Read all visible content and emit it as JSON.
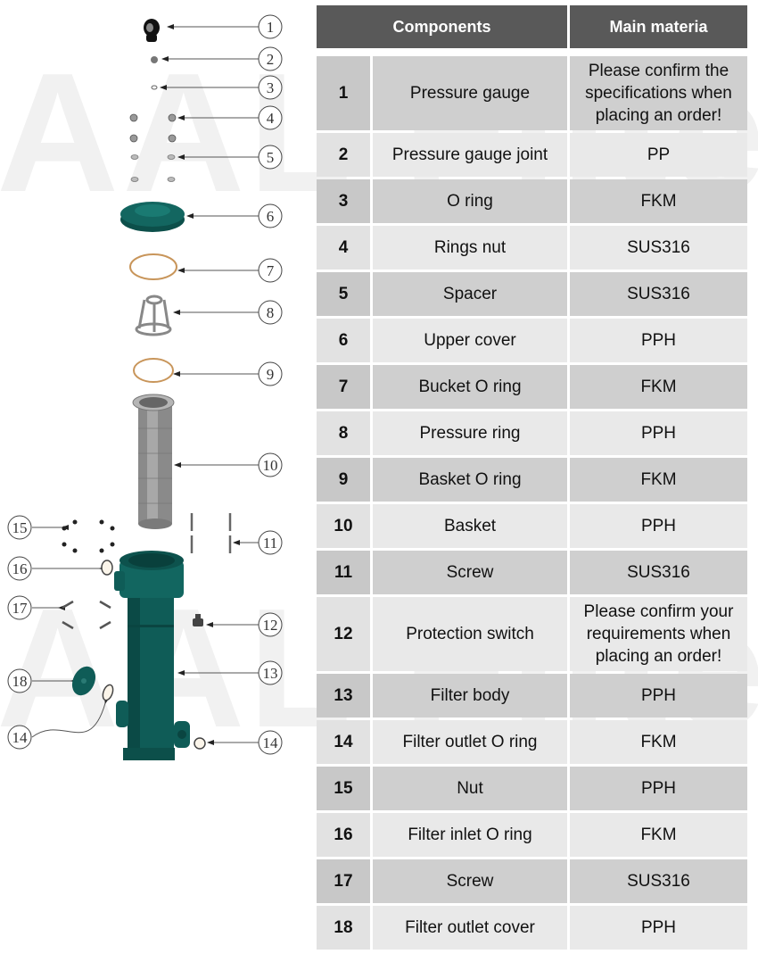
{
  "watermark": {
    "text": "AAL Filter"
  },
  "table": {
    "headers": {
      "components": "Components",
      "material": "Main materia"
    },
    "rows": [
      {
        "no": "1",
        "component": "Pressure gauge",
        "material": "Please confirm the specifications when placing an order!"
      },
      {
        "no": "2",
        "component": "Pressure gauge joint",
        "material": "PP"
      },
      {
        "no": "3",
        "component": "O ring",
        "material": "FKM"
      },
      {
        "no": "4",
        "component": "Rings nut",
        "material": "SUS316"
      },
      {
        "no": "5",
        "component": "Spacer",
        "material": "SUS316"
      },
      {
        "no": "6",
        "component": "Upper cover",
        "material": "PPH"
      },
      {
        "no": "7",
        "component": "Bucket O ring",
        "material": "FKM"
      },
      {
        "no": "8",
        "component": "Pressure ring",
        "material": "PPH"
      },
      {
        "no": "9",
        "component": "Basket O ring",
        "material": "FKM"
      },
      {
        "no": "10",
        "component": "Basket",
        "material": "PPH"
      },
      {
        "no": "11",
        "component": "Screw",
        "material": "SUS316"
      },
      {
        "no": "12",
        "component": "Protection switch",
        "material": "Please confirm your requirements when placing an order!"
      },
      {
        "no": "13",
        "component": "Filter body",
        "material": "PPH"
      },
      {
        "no": "14",
        "component": "Filter outlet O ring",
        "material": "FKM"
      },
      {
        "no": "15",
        "component": "Nut",
        "material": "PPH"
      },
      {
        "no": "16",
        "component": "Filter inlet O ring",
        "material": "FKM"
      },
      {
        "no": "17",
        "component": "Screw",
        "material": "SUS316"
      },
      {
        "no": "18",
        "component": "Filter outlet cover",
        "material": "PPH"
      }
    ]
  },
  "diagram": {
    "callouts": [
      "1",
      "2",
      "3",
      "4",
      "5",
      "6",
      "7",
      "8",
      "9",
      "10",
      "11",
      "12",
      "13",
      "14",
      "15",
      "16",
      "17",
      "18",
      "14"
    ]
  },
  "colors": {
    "header_bg": "#595959",
    "row_dark": "#cfcfcf",
    "row_light": "#e9e9e9",
    "body_teal": "#0f5c57",
    "oring": "#c8955a"
  }
}
